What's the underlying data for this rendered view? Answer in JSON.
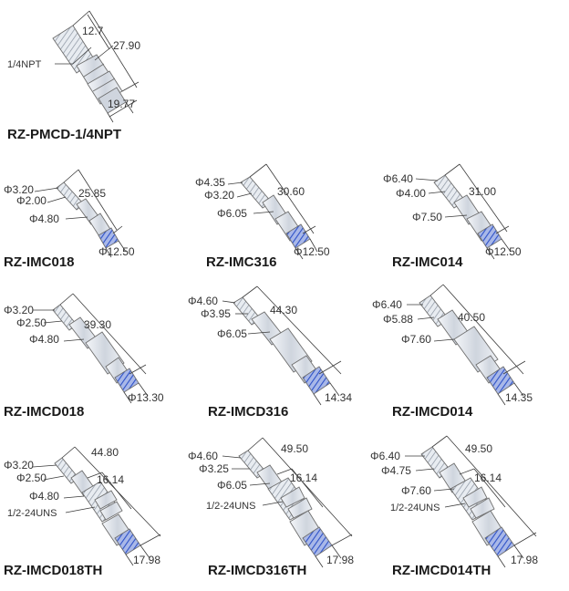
{
  "colors": {
    "body_fill": "#dfe3ea",
    "body_stroke": "#6f6f6f",
    "accent_blue": "#2e52c8",
    "dim_line": "#3a3a3a",
    "text": "#333333"
  },
  "parts": [
    {
      "name": "RZ-PMCD-1/4NPT",
      "label": "RZ-PMCD-1/4NPT",
      "dims": [
        "12.7",
        "27.90",
        "1/4NPT",
        "19.77"
      ]
    },
    {
      "name": "RZ-IMC018",
      "label": "RZ-IMC018",
      "dims": [
        "Φ3.20",
        "Φ2.00",
        "25.85",
        "Φ4.80",
        "Φ12.50"
      ]
    },
    {
      "name": "RZ-IMC316",
      "label": "RZ-IMC316",
      "dims": [
        "Φ4.35",
        "Φ3.20",
        "30.60",
        "Φ6.05",
        "Φ12.50"
      ]
    },
    {
      "name": "RZ-IMC014",
      "label": "RZ-IMC014",
      "dims": [
        "Φ6.40",
        "Φ4.00",
        "31.00",
        "Φ7.50",
        "Φ12.50"
      ]
    },
    {
      "name": "RZ-IMCD018",
      "label": "RZ-IMCD018",
      "dims": [
        "Φ3.20",
        "Φ2.50",
        "39.30",
        "Φ4.80",
        "Φ13.30"
      ]
    },
    {
      "name": "RZ-IMCD316",
      "label": "RZ-IMCD316",
      "dims": [
        "Φ4.60",
        "Φ3.95",
        "44.30",
        "Φ6.05",
        "14.34"
      ]
    },
    {
      "name": "RZ-IMCD014",
      "label": "RZ-IMCD014",
      "dims": [
        "Φ6.40",
        "Φ5.88",
        "40.50",
        "Φ7.60",
        "14.35"
      ]
    },
    {
      "name": "RZ-IMCD018TH",
      "label": "RZ-IMCD018TH",
      "dims": [
        "Φ3.20",
        "Φ2.50",
        "44.80",
        "16.14",
        "Φ4.80",
        "1/2-24UNS",
        "17.98"
      ]
    },
    {
      "name": "RZ-IMCD316TH",
      "label": "RZ-IMCD316TH",
      "dims": [
        "Φ4.60",
        "Φ3.25",
        "49.50",
        "Φ6.05",
        "16.14",
        "1/2-24UNS",
        "17.98"
      ]
    },
    {
      "name": "RZ-IMCD014TH",
      "label": "RZ-IMCD014TH",
      "dims": [
        "Φ6.40",
        "Φ4.75",
        "49.50",
        "Φ7.60",
        "16.14",
        "1/2-24UNS",
        "17.98"
      ]
    }
  ]
}
